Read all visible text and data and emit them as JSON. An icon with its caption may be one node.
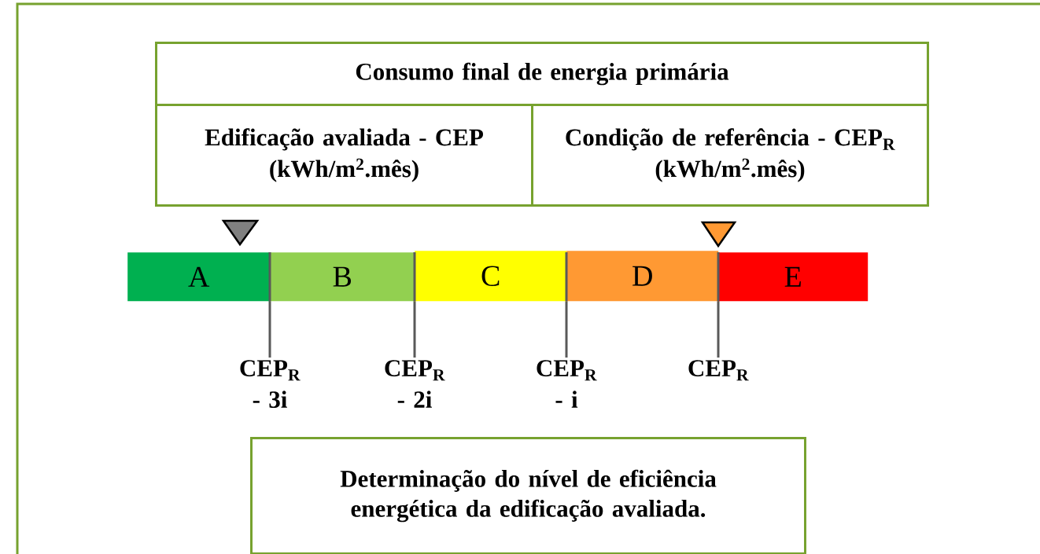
{
  "diagram": {
    "nodes": [
      {
        "text": [
          "Consumo final de energia primária"
        ]
      },
      {
        "text": [
          "Edificação avaliada - CEP",
          "(kWh/m$^{2}$.mês)"
        ]
      },
      {
        "text": [
          "Condição de referência - CEP$_{R}$",
          "(kWh/m$^{2}$.mês)"
        ]
      },
      {
        "text": [
          "A"
        ]
      },
      {
        "text": [
          "B"
        ]
      },
      {
        "text": [
          "C"
        ]
      },
      {
        "text": [
          "D"
        ]
      },
      {
        "text": [
          "E"
        ]
      },
      {
        "text": [
          "Determinação do nível de eficiência energética da edificação avaliada."
        ]
      }
    ],
    "labels": [
      "CEP$_{R}$ - 3i",
      "CEP$_{R}$ - 2i",
      "CEP$_{R}$ - i",
      "CEP$_{R}$"
    ]
  }
}
